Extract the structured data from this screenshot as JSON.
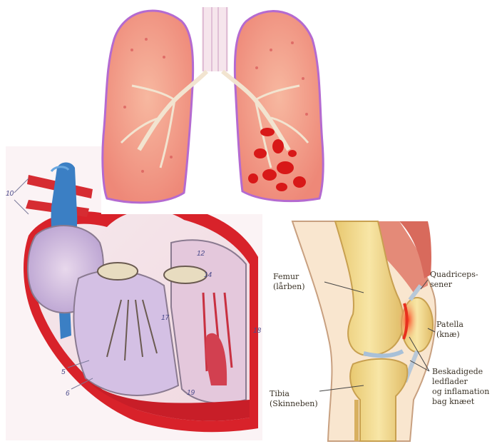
{
  "panels": {
    "lungs": {
      "icon": "lungs-illustration"
    },
    "heart": {
      "icon": "heart-cross-section-illustration",
      "numbers": [
        "10",
        "12",
        "14",
        "17",
        "18",
        "19",
        "5",
        "6"
      ]
    },
    "knee": {
      "icon": "knee-joint-illustration",
      "labels": {
        "femur": "Femur\n(lårben)",
        "tibia": "Tibia\n(Skinneben)",
        "quadriceps": "Quadriceps-\nsener",
        "patella": "Patella\n(knæ)",
        "damage": "Beskadigede\nledflader\nog inflamation\nbag knæet"
      }
    }
  },
  "colors": {
    "lung_fill": "#f4a08a",
    "lung_edge": "#b46ad0",
    "heart_red": "#d8222a",
    "vein_blue": "#3b7fc4",
    "bone": "#f2dc8e",
    "muscle": "#e8a08a",
    "inflammation": "#e8301e"
  }
}
